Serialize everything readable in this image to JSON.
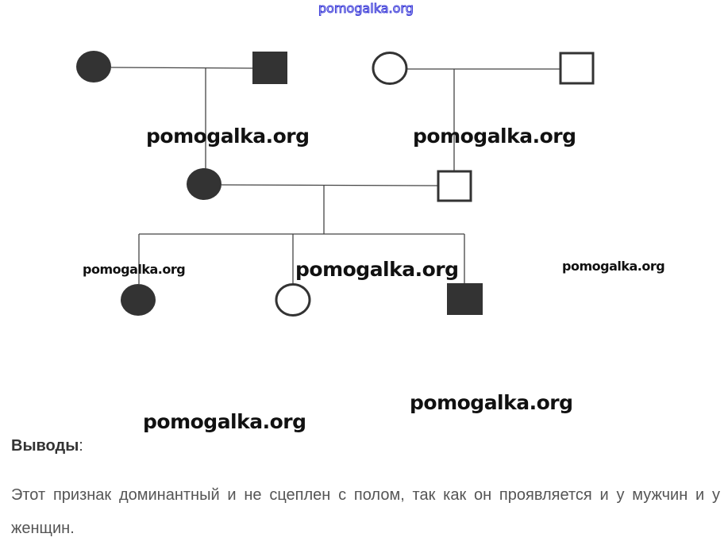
{
  "watermark": "pomogalka.org",
  "conclusions": {
    "heading": "Выводы",
    "colon": ":",
    "text": "Этот признак доминантный и не сцеплен с полом, так как он проявляется и у мужчин и у женщин."
  },
  "pedigree": {
    "generation_1": [
      {
        "sex": "female",
        "affected": true
      },
      {
        "sex": "male",
        "affected": true
      },
      {
        "sex": "female",
        "affected": false
      },
      {
        "sex": "male",
        "affected": false
      }
    ],
    "generation_2": [
      {
        "sex": "female",
        "affected": true
      },
      {
        "sex": "male",
        "affected": false
      }
    ],
    "generation_3": [
      {
        "sex": "female",
        "affected": true
      },
      {
        "sex": "female",
        "affected": false
      },
      {
        "sex": "male",
        "affected": true
      }
    ],
    "colors": {
      "affected": "#333333",
      "line": "#444444"
    }
  }
}
